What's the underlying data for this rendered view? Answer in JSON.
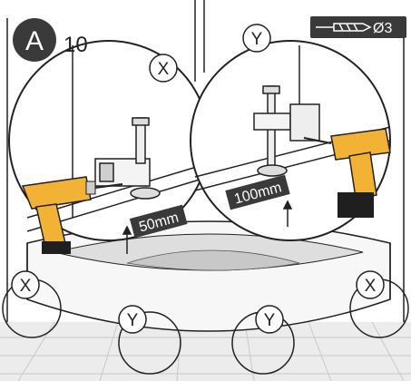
{
  "step": {
    "letter": "A",
    "number": "10"
  },
  "drill_bit": {
    "diameter": "Ø3"
  },
  "callouts": {
    "detail_left": "X",
    "detail_right": "Y",
    "floor_x_left": "X",
    "floor_y_left": "Y",
    "floor_y_right": "Y",
    "floor_x_right": "X"
  },
  "measurements": {
    "left": "50mm",
    "right": "100mm"
  },
  "colors": {
    "drill_body": "#f2b233",
    "drill_dark": "#1f1f1f",
    "line": "#222222",
    "badge": "#3a3a3a",
    "floor": "#e6e6e6"
  },
  "icons": [
    "drill-icon",
    "drill-bit-icon",
    "clamp-bracket-icon",
    "arrow-up-icon"
  ]
}
